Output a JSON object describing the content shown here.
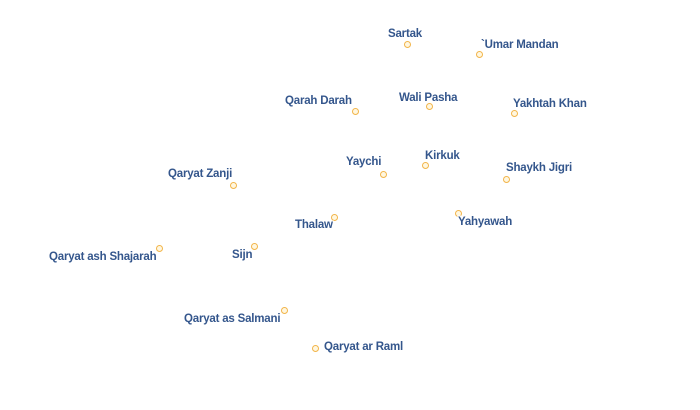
{
  "colors": {
    "label": "#34568c",
    "dot_stroke": "#f2b54a",
    "dot_fill": "#fff7e0",
    "background": "#ffffff"
  },
  "places": [
    {
      "id": "sartak",
      "name": "Sartak"
    },
    {
      "id": "umar-mandan",
      "name": "`Umar Mandan"
    },
    {
      "id": "qarah-darah",
      "name": "Qarah Darah"
    },
    {
      "id": "wali-pasha",
      "name": "Wali Pasha"
    },
    {
      "id": "yakhtah-khan",
      "name": "Yakhtah Khan"
    },
    {
      "id": "yaychi",
      "name": "Yaychi"
    },
    {
      "id": "kirkuk",
      "name": "Kirkuk"
    },
    {
      "id": "shaykh-jigri",
      "name": "Shaykh Jigri"
    },
    {
      "id": "qaryat-zanji",
      "name": "Qaryat Zanji"
    },
    {
      "id": "thalaw",
      "name": "Thalaw"
    },
    {
      "id": "yahyawah",
      "name": "Yahyawah"
    },
    {
      "id": "qaryat-ash-shajarah",
      "name": "Qaryat ash Shajarah"
    },
    {
      "id": "sijn",
      "name": "Sijn"
    },
    {
      "id": "qaryat-as-salmani",
      "name": "Qaryat as Salmani"
    },
    {
      "id": "qaryat-ar-raml",
      "name": "Qaryat ar Raml"
    }
  ]
}
